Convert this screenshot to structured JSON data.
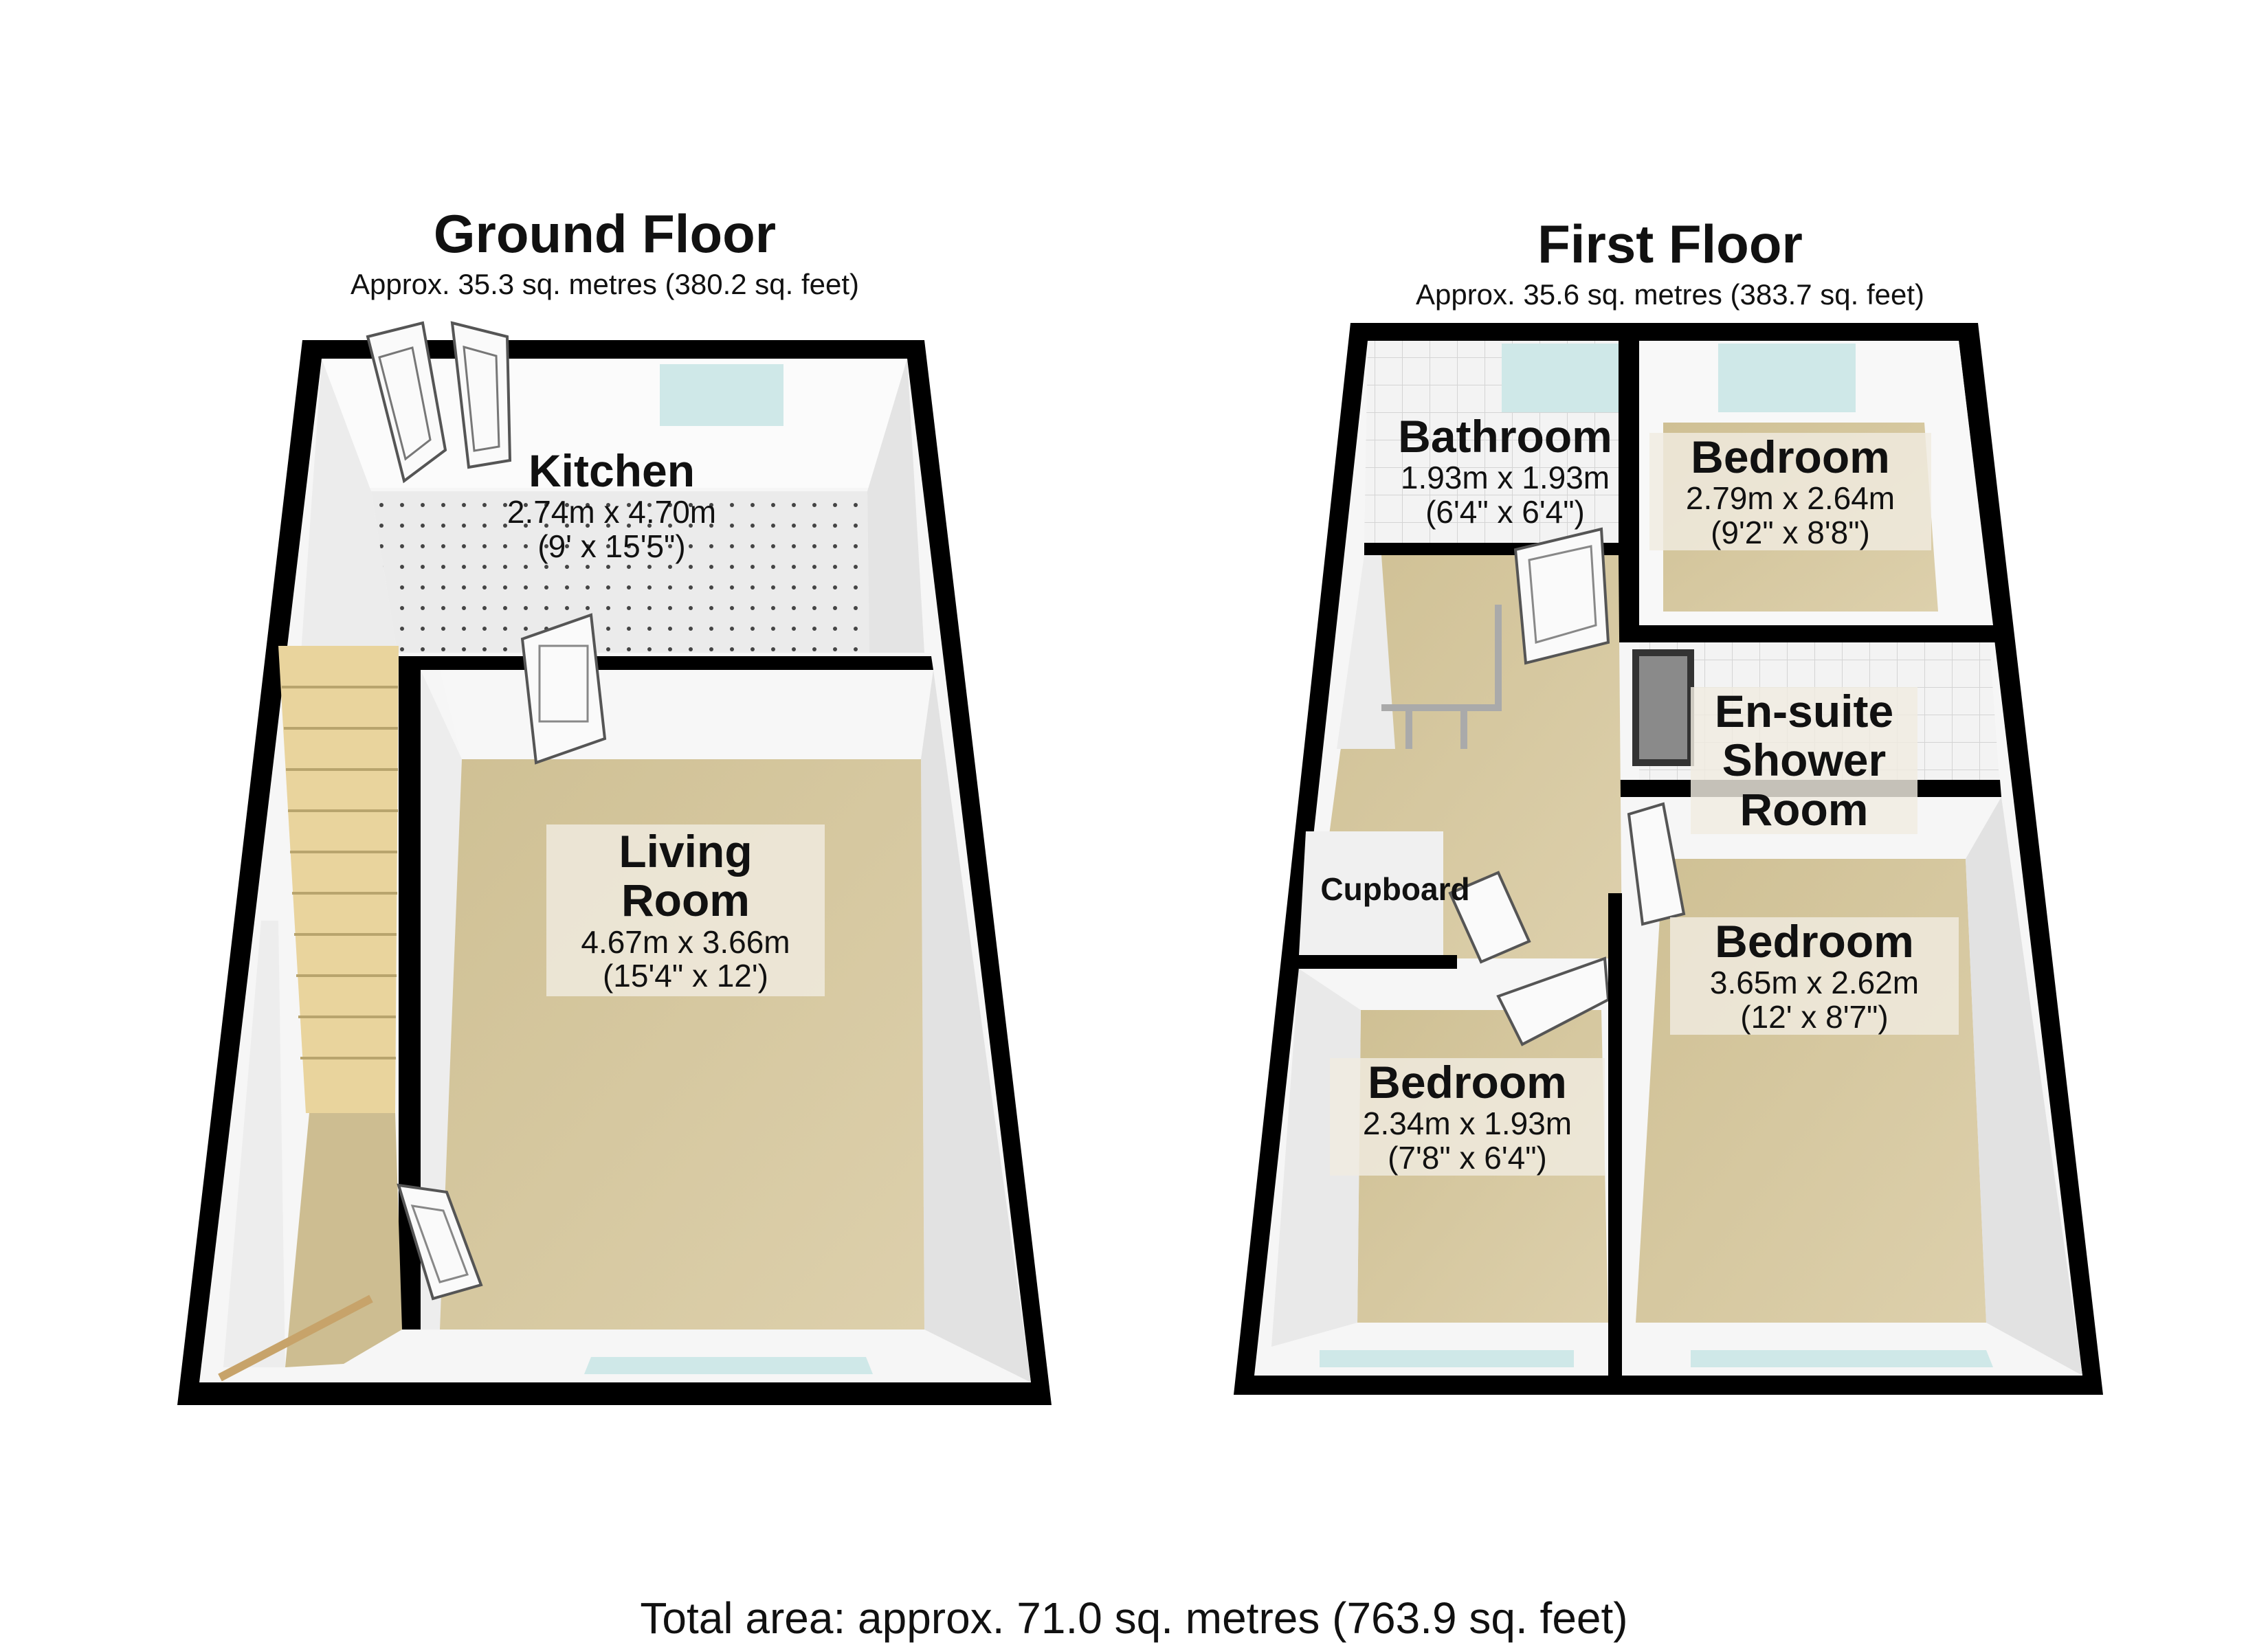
{
  "ground_floor": {
    "title": "Ground Floor",
    "area": "Approx. 35.3 sq. metres (380.2 sq. feet)",
    "rooms": {
      "kitchen": {
        "name": "Kitchen",
        "metric": "2.74m x 4.70m",
        "imperial": "(9' x 15'5\")"
      },
      "living_room": {
        "name_line1": "Living",
        "name_line2": "Room",
        "metric": "4.67m x 3.66m",
        "imperial": "(15'4\" x 12')"
      }
    }
  },
  "first_floor": {
    "title": "First Floor",
    "area": "Approx. 35.6 sq. metres (383.7 sq. feet)",
    "rooms": {
      "bathroom": {
        "name": "Bathroom",
        "metric": "1.93m x 1.93m",
        "imperial": "(6'4\" x 6'4\")"
      },
      "bedroom_rear": {
        "name": "Bedroom",
        "metric": "2.79m x 2.64m",
        "imperial": "(9'2\" x 8'8\")"
      },
      "ensuite": {
        "name_line1": "En-suite",
        "name_line2": "Shower",
        "name_line3": "Room"
      },
      "cupboard": {
        "name": "Cupboard"
      },
      "bedroom_front_right": {
        "name": "Bedroom",
        "metric": "3.65m x 2.62m",
        "imperial": "(12' x 8'7\")"
      },
      "bedroom_front_left": {
        "name": "Bedroom",
        "metric": "2.34m x 1.93m",
        "imperial": "(7'8\" x 6'4\")"
      }
    }
  },
  "total_area": "Total area: approx. 71.0 sq. metres (763.9 sq. feet)",
  "colors": {
    "carpet": "#d8c9a0",
    "wall": "#000000",
    "wall_inner": "#f4f4f4",
    "tile": "#e8e8e8",
    "window_glass": "#cfe8e8",
    "stairs": "#ecd9a6"
  }
}
